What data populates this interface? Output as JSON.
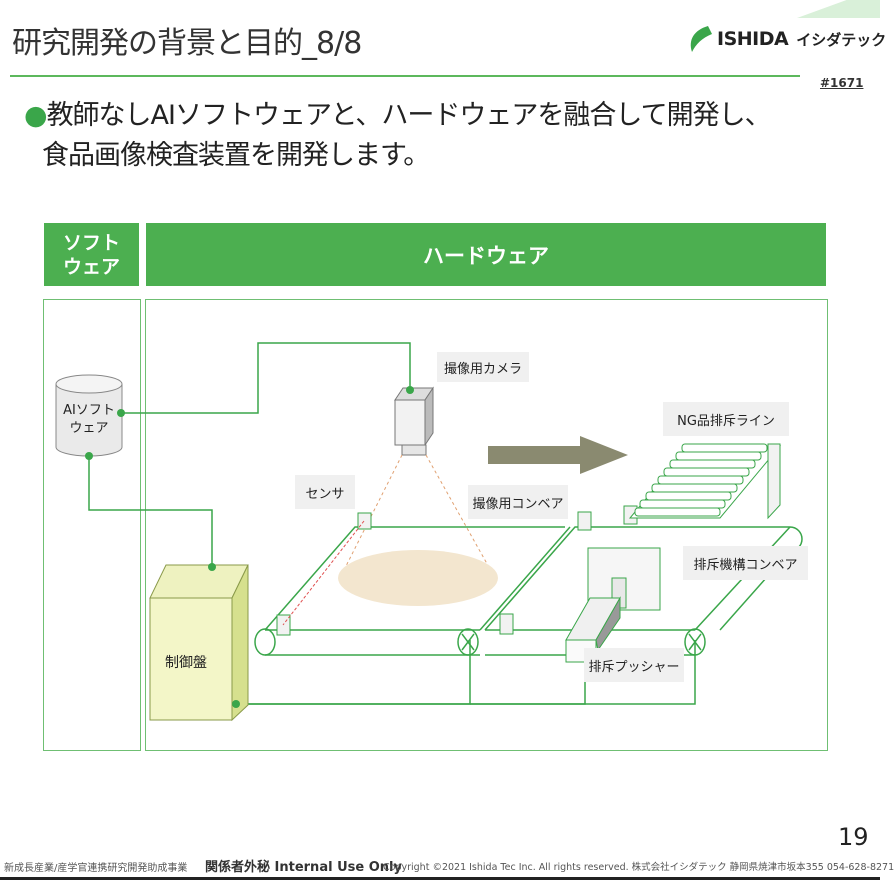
{
  "slide": {
    "title": "研究開発の背景と目的_8/8",
    "doc_number": "#1671",
    "page_number": "19",
    "accent_color": "#4caf50"
  },
  "logo": {
    "brand": "ISHIDA",
    "kana": "イシダテック"
  },
  "bullet": {
    "marker": "●",
    "line1": "教師なしAIソフトウェアと、ハードウェアを融合して開発し、",
    "line2": "食品画像検査装置を開発します。"
  },
  "headers": {
    "software": "ソフト ウェア",
    "hardware": "ハードウェア"
  },
  "diagram": {
    "ai_software": "AIソフト ウェア",
    "control_panel": "制御盤",
    "camera": "撮像用カメラ",
    "sensor": "センサ",
    "conveyor": "撮像用コンベア",
    "ng_line": "NG品排斥ライン",
    "reject_conveyor": "排斥機構コンベア",
    "pusher": "排斥プッシャー"
  },
  "footer": {
    "left": "新成長産業/産学官連携研究開発助成事業",
    "confidential": "関係者外秘 Internal Use Only",
    "copyright": "Copyright ©2021 Ishida Tec Inc. All rights reserved. 株式会社イシダテック 静岡県焼津市坂本355 054-628-8271"
  }
}
